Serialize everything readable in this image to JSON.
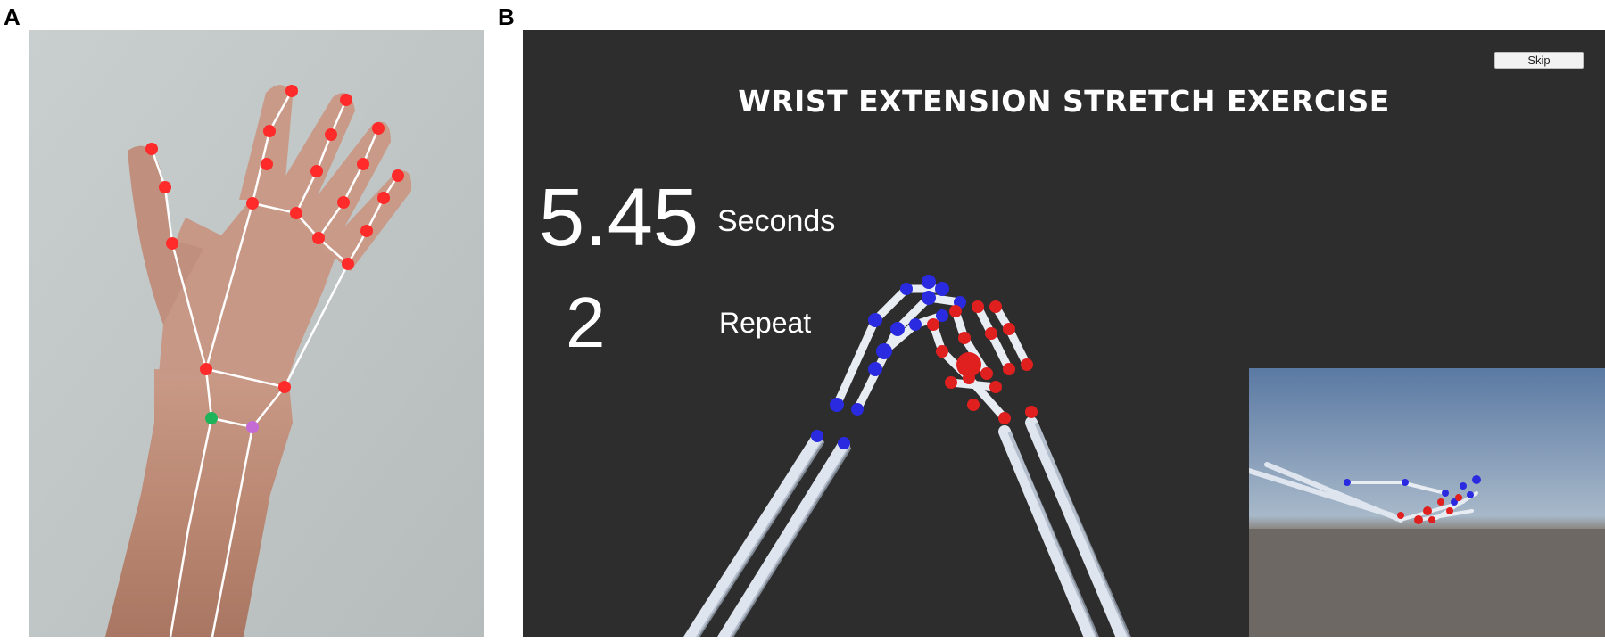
{
  "panels": {
    "a_label": "A",
    "b_label": "B"
  },
  "app": {
    "skip_label": "Skip",
    "title": "WRIST EXTENSION STRETCH EXERCISE",
    "timer_value": "5.45",
    "timer_unit": "Seconds",
    "repeat_value": "2",
    "repeat_label": "Repeat"
  },
  "colors": {
    "app_background": "#2d2d2d",
    "landmark": "#ff2a2a",
    "wrist_landmark_left": "#1fb35a",
    "wrist_landmark_right": "#c46bd6",
    "skeleton_line": "#ffffff",
    "virtual_hand_joint_blue": "#2a2ae0",
    "virtual_hand_joint_red": "#e01f1f",
    "virtual_hand_bone": "#e8ecf3"
  },
  "icons": {
    "photo": "hand-photo-icon",
    "virtual_hand": "virtual-hand-3d-icon",
    "inset": "side-view-camera-icon"
  }
}
